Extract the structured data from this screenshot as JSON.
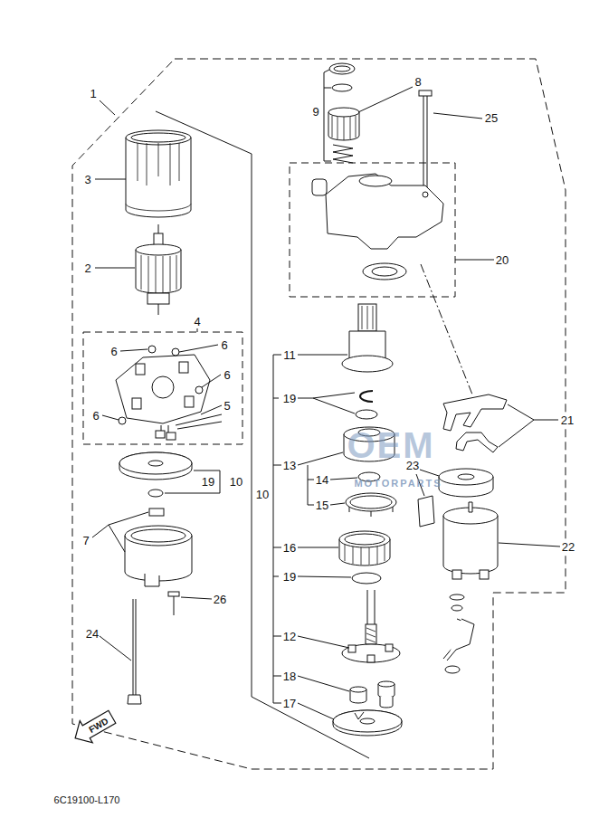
{
  "diagram": {
    "nodes": [
      {
        "text": [
          "FWD"
        ]
      }
    ],
    "labels": [
      "1",
      "3",
      "2",
      "4",
      "6",
      "6",
      "6",
      "6",
      "5",
      "19",
      "10",
      "7",
      "26",
      "24",
      "8",
      "9",
      "25",
      "20",
      "11",
      "19",
      "21",
      "13",
      "14",
      "23",
      "10",
      "15",
      "16",
      "22",
      "19",
      "12",
      "18",
      "17",
      "OEM",
      "MOTORPARTS",
      "6C19100-L170"
    ]
  }
}
